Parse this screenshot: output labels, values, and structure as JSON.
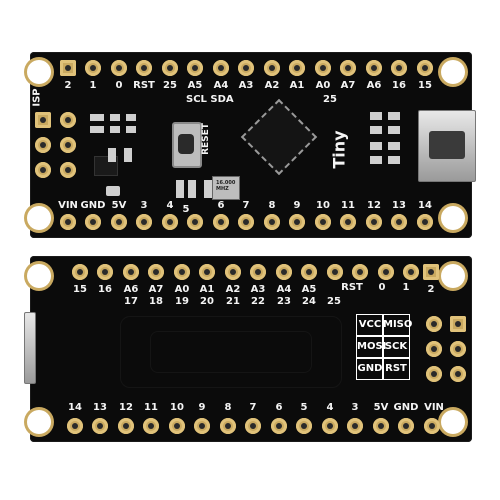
{
  "top_board": {
    "top_pin_labels": [
      "2",
      "1",
      "0",
      "RST",
      "25",
      "A5",
      "A4",
      "A3",
      "A2",
      "A1",
      "A0",
      "A7",
      "A6",
      "16",
      "15"
    ],
    "bottom_pin_labels": [
      "VIN",
      "GND",
      "5V",
      "3",
      "4",
      "5",
      "6",
      "7",
      "8",
      "9",
      "10",
      "11",
      "12",
      "13",
      "14"
    ],
    "isp_label": "ISP",
    "bus_label": "SCL SDA",
    "reset_label": "RESET",
    "board_name": "Tiny",
    "pin_25_label": "25",
    "crystal_text": "16.000 MHZ"
  },
  "bottom_board": {
    "top_pin_labels": [
      "15",
      "16",
      "A6",
      "A7",
      "A0",
      "A1",
      "A2",
      "A3",
      "A4",
      "A5",
      "RST",
      "0",
      "1",
      "2"
    ],
    "alt_labels": [
      "17",
      "18",
      "19",
      "20",
      "21",
      "22",
      "23",
      "24",
      "25"
    ],
    "bottom_pin_labels": [
      "14",
      "13",
      "12",
      "11",
      "10",
      "9",
      "8",
      "7",
      "6",
      "5",
      "4",
      "3",
      "5V",
      "GND",
      "VIN"
    ],
    "isp_grid": [
      "VCC",
      "MISO",
      "MOSI",
      "SCK",
      "GND",
      "RST"
    ]
  }
}
